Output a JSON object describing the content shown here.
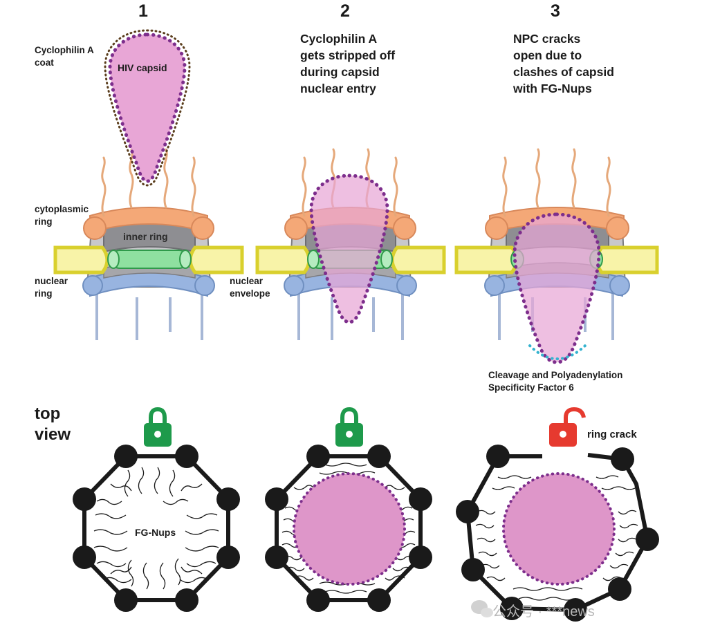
{
  "panels": [
    {
      "number": "1",
      "caption": [],
      "labels": {
        "capsid": "HIV capsid",
        "coat": [
          "Cyclophilin A",
          "coat"
        ],
        "cytoplasmic_ring": [
          "cytoplasmic",
          "ring"
        ],
        "inner_ring": "inner ring",
        "nuclear_ring": [
          "nuclear",
          "ring"
        ]
      }
    },
    {
      "number": "2",
      "caption": [
        "Cyclophilin A",
        "gets stripped off",
        "during capsid",
        "nuclear entry"
      ],
      "labels": {
        "nuclear_envelope": [
          "nuclear",
          "envelope"
        ]
      }
    },
    {
      "number": "3",
      "caption": [
        "NPC cracks",
        "open due to",
        "clashes of capsid",
        "with FG-Nups"
      ],
      "labels": {
        "cpsf6": [
          "Cleavage and Polyadenylation",
          "Specificity Factor 6"
        ]
      }
    }
  ],
  "top_view": {
    "title": [
      "top",
      "view"
    ],
    "fg_nups_label": "FG-Nups",
    "ring_crack_label": "ring crack",
    "locks": [
      {
        "state": "locked",
        "icon": "lock-closed-icon",
        "color": "#1e9a4b"
      },
      {
        "state": "locked",
        "icon": "lock-closed-icon",
        "color": "#1e9a4b"
      },
      {
        "state": "unlocked",
        "icon": "lock-open-icon",
        "color": "#e63a2f"
      }
    ]
  },
  "watermark": "公众号 · ***news",
  "colors": {
    "capsid_fill": "#e8a6d6",
    "capsid_dots": "#7d2e8c",
    "coat_dots": "#5a3d1c",
    "cytoplasmic_ring": "#f4a877",
    "inner_ring": "#8e8e8e",
    "nuclear_ring": "#98b4e0",
    "envelope": "#f8f3a8",
    "envelope_border": "#d9d02e",
    "spoke": "#8fe0a0",
    "basket": "#a6b7d6",
    "fg_strand": "#e5a87a",
    "cpsf6_dots": "#35b3cf",
    "lock_green": "#1e9a4b",
    "lock_red": "#e63a2f"
  }
}
